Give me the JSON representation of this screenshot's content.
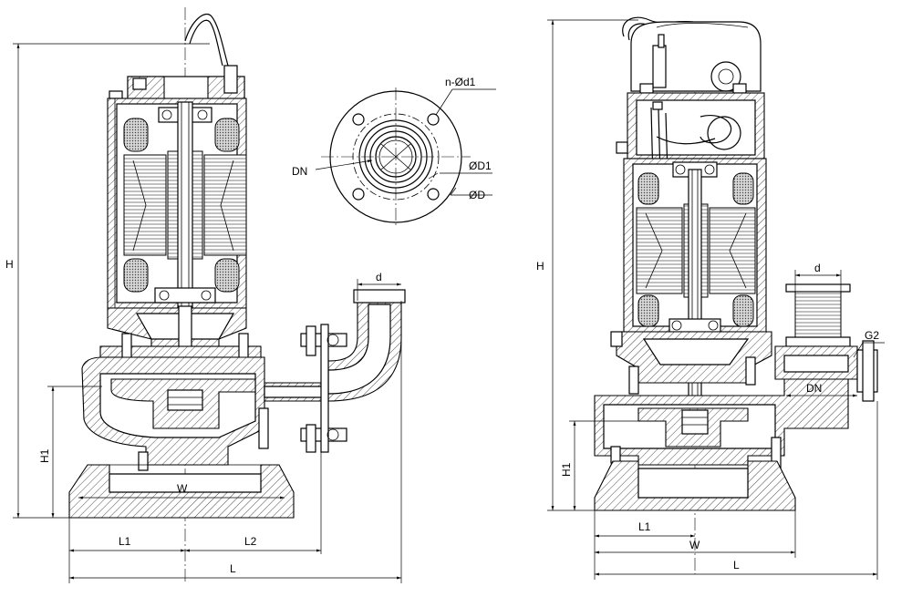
{
  "left_view": {
    "labels": {
      "height": "H",
      "outlet_height": "H1",
      "width": "W",
      "length1": "L1",
      "length2": "L2",
      "length": "L",
      "outlet_dia": "d"
    }
  },
  "flange_view": {
    "labels": {
      "holes": "n-Ød1",
      "nominal": "DN",
      "bolt_circle": "ØD1",
      "outer": "ØD"
    }
  },
  "right_view": {
    "labels": {
      "height": "H",
      "outlet_height": "H1",
      "length1": "L1",
      "width": "W",
      "length": "L",
      "outlet_dia": "d",
      "thread": "G2",
      "nominal": "DN"
    }
  }
}
